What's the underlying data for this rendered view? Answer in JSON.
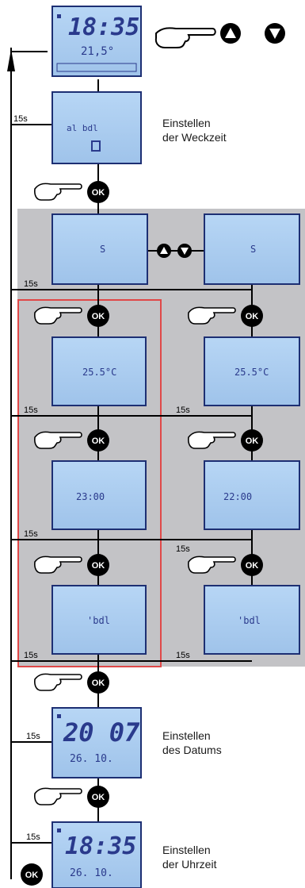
{
  "colors": {
    "lcd_fill": "#a9cbef",
    "lcd_border": "#1d2f73",
    "lcd_text": "#2a3a8c",
    "panel_gray": "#c3c3c6",
    "highlight_border": "#e04848",
    "line": "#000000"
  },
  "icons": [
    "pointing-hand-icon",
    "up-triangle-button-icon",
    "down-triangle-button-icon",
    "ok-button-icon"
  ],
  "ok_label": "OK",
  "timeout_label": "15s",
  "labels": {
    "alarm_line1": "Einstellen",
    "alarm_line2": "der Weckzeit",
    "date_line1": "Einstellen",
    "date_line2": "des Datums",
    "time_line1": "Einstellen",
    "time_line2": "der Uhrzeit"
  },
  "displays": {
    "main": {
      "big": "18:35",
      "small": "21,5°"
    },
    "alarm": {
      "text": "al bdl"
    },
    "mode_left": {
      "text": "S"
    },
    "mode_right": {
      "text": "S"
    },
    "temp_left": {
      "text": "25.5°C"
    },
    "temp_right": {
      "text": "25.5°C"
    },
    "time_left": {
      "text": "23:00"
    },
    "time_right": {
      "text": "22:00"
    },
    "set_left": {
      "text": "'bdl"
    },
    "set_right": {
      "text": "'bdl"
    },
    "date": {
      "big": "20 07",
      "small": "26. 10."
    },
    "clock": {
      "big": "18:35",
      "small": "26. 10."
    }
  }
}
